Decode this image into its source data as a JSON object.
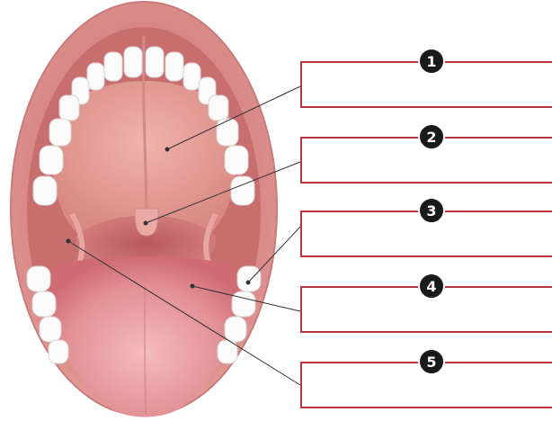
{
  "labels": [
    {
      "number": "1",
      "text": ""
    },
    {
      "number": "2",
      "text": ""
    },
    {
      "number": "3",
      "text": ""
    },
    {
      "number": "4",
      "text": ""
    },
    {
      "number": "5",
      "text": ""
    }
  ],
  "colors": {
    "lip": "#dc8f8d",
    "lip_dark": "#b86566",
    "mouth_cavity": "#c96e6f",
    "palate": "#e7a19c",
    "tongue": "#e79ea0",
    "teeth": "#fbfbfb",
    "box_border": "#b8343f",
    "badge": "#1a1a1a",
    "leader_line": "#333333"
  },
  "icons": {
    "diagram": "open-mouth-anatomy"
  }
}
